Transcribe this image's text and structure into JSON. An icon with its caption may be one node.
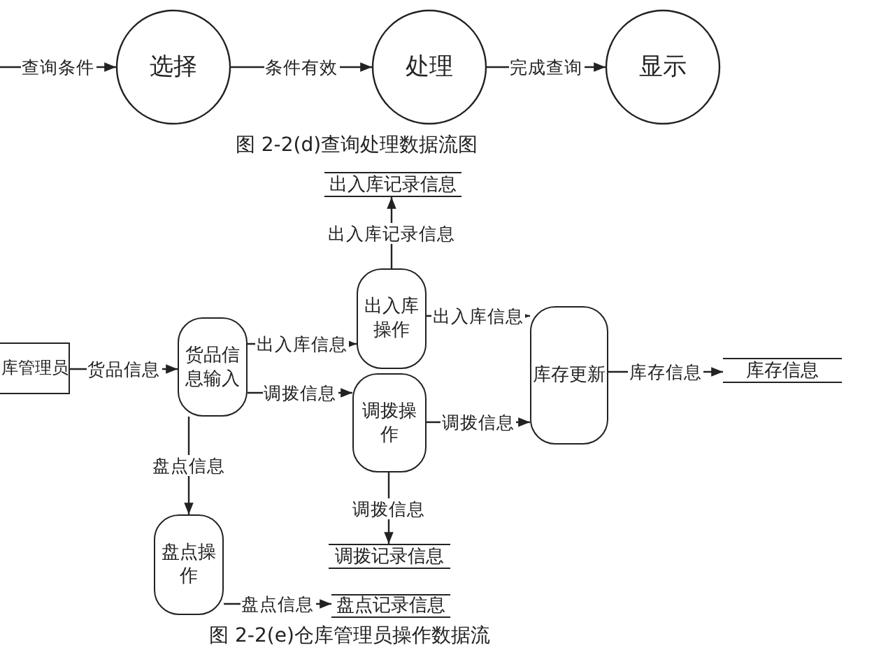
{
  "diagram": {
    "nodes": [
      {
        "text": [
          "选择"
        ]
      },
      {
        "text": [
          "处理"
        ]
      },
      {
        "text": [
          "显示"
        ]
      },
      {
        "text": [
          "库管理员"
        ]
      },
      {
        "text": [
          "货品信息输入"
        ]
      },
      {
        "text": [
          "出入库操作"
        ]
      },
      {
        "text": [
          "调拨操作"
        ]
      },
      {
        "text": [
          "库存更新"
        ]
      },
      {
        "text": [
          "盘点操作"
        ]
      },
      {
        "text": [
          "出入库记录信息"
        ]
      },
      {
        "text": [
          "库存信息"
        ]
      },
      {
        "text": [
          "调拨记录信息"
        ]
      },
      {
        "text": [
          "盘点记录信息"
        ]
      }
    ],
    "edges": [
      {
        "from": null,
        "to": 0,
        "arrow": "to",
        "label": "查询条件"
      },
      {
        "from": 0,
        "to": 1,
        "arrow": "to",
        "label": "条件有效"
      },
      {
        "from": 1,
        "to": 2,
        "arrow": "to",
        "label": "完成查询"
      },
      {
        "from": 3,
        "to": 4,
        "arrow": "to",
        "label": "货品信息"
      },
      {
        "from": 4,
        "to": 5,
        "arrow": "to",
        "label": "出入库信息"
      },
      {
        "from": 4,
        "to": 6,
        "arrow": "to",
        "label": "调拨信息"
      },
      {
        "from": 4,
        "to": 8,
        "arrow": "to",
        "label": "盘点信息"
      },
      {
        "from": 5,
        "to": 9,
        "arrow": "to",
        "label": "出入库记录信息"
      },
      {
        "from": 5,
        "to": 7,
        "arrow": "to",
        "label": "出入库信息"
      },
      {
        "from": 6,
        "to": 7,
        "arrow": "to",
        "label": "调拨信息"
      },
      {
        "from": 7,
        "to": 10,
        "arrow": "to",
        "label": "库存信息"
      },
      {
        "from": 6,
        "to": 11,
        "arrow": "to",
        "label": "调拨信息"
      },
      {
        "from": 8,
        "to": 12,
        "arrow": "to",
        "label": "盘点信息"
      }
    ],
    "labels": [
      "图 2-2(d)查询处理数据流图",
      "图 2-2(e)仓库管理员操作数据流"
    ]
  }
}
